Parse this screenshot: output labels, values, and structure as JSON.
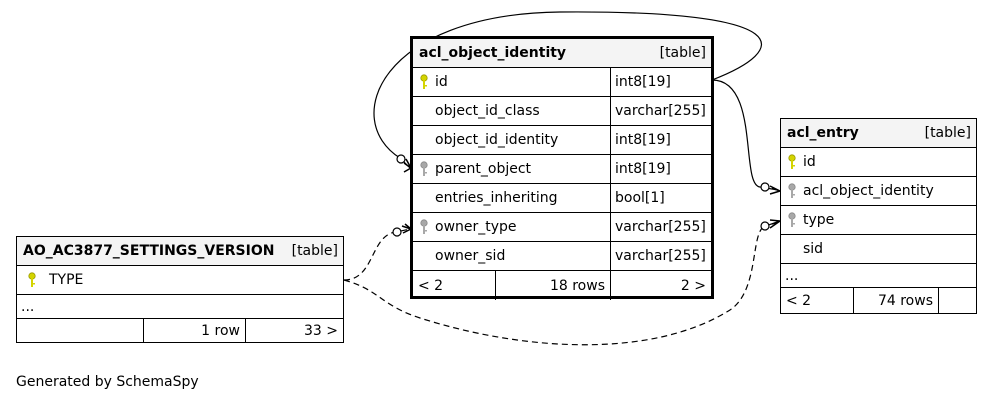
{
  "acl_object_identity": {
    "name": "acl_object_identity",
    "kind": "[table]",
    "columns": [
      {
        "name": "id",
        "type": "int8[19]",
        "key": "primary-key-icon"
      },
      {
        "name": "object_id_class",
        "type": "varchar[255]",
        "key": ""
      },
      {
        "name": "object_id_identity",
        "type": "int8[19]",
        "key": ""
      },
      {
        "name": "parent_object",
        "type": "int8[19]",
        "key": "foreign-key-icon"
      },
      {
        "name": "entries_inheriting",
        "type": "bool[1]",
        "key": ""
      },
      {
        "name": "owner_type",
        "type": "varchar[255]",
        "key": "foreign-key-icon"
      },
      {
        "name": "owner_sid",
        "type": "varchar[255]",
        "key": ""
      }
    ],
    "footer": {
      "left": "< 2",
      "rows": "18 rows",
      "right": "2 >"
    }
  },
  "acl_entry": {
    "name": "acl_entry",
    "kind": "[table]",
    "columns": [
      {
        "name": "id",
        "key": "primary-key-icon"
      },
      {
        "name": "acl_object_identity",
        "key": "foreign-key-icon"
      },
      {
        "name": "type",
        "key": "foreign-key-icon"
      },
      {
        "name": "sid",
        "key": ""
      }
    ],
    "ellipsis": "...",
    "footer": {
      "left": "< 2",
      "rows": "74 rows",
      "right": ""
    }
  },
  "settings_version": {
    "name": "AO_AC3877_SETTINGS_VERSION",
    "kind": "[table]",
    "columns": [
      {
        "name": "TYPE",
        "key": "primary-key-icon"
      }
    ],
    "ellipsis": "...",
    "footer": {
      "left": "",
      "rows": "1 row",
      "right": "33 >"
    }
  },
  "generated_by": "Generated by SchemaSpy",
  "colors": {
    "primary_key": "#d4d400",
    "foreign_key": "#a8a8a8",
    "header_bg": "#f4f4f4"
  }
}
